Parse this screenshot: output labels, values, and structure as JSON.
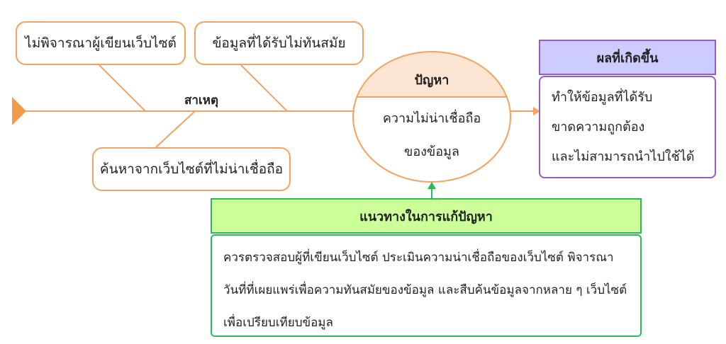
{
  "causes": {
    "label": "สาเหตุ",
    "items": [
      "ไม่พิจารณาผู้เขียนเว็บไซต์",
      "ข้อมูลที่ได้รับไม่ทันสมัย",
      "ค้นหาจากเว็บไซต์ที่ไม่น่าเชื่อถือ"
    ]
  },
  "problem": {
    "title": "ปัญหา",
    "lines": [
      "ความไม่น่าเชื่อถือ",
      "ของข้อมูล"
    ]
  },
  "effect": {
    "title": "ผลที่เกิดขึ้น",
    "lines": [
      "ทำให้ข้อมูลที่ได้รับ",
      "ขาดความถูกต้อง",
      "และไม่สามารถนำไปใช้ได้"
    ]
  },
  "solution": {
    "title": "แนวทางในการแก้ปัญหา",
    "lines": [
      "ควรตรวจสอบผู้ที่เขียนเว็บไซต์ ประเมินความน่าเชื่อถือของเว็บไซต์ พิจารณา",
      "วันที่ที่เผยแพร่เพื่อความทันสมัยของข้อมูล และสืบค้นข้อมูลจากหลาย ๆ เว็บไซต์",
      "เพื่อเปรียบเทียบข้อมูล"
    ]
  },
  "colors": {
    "orange": "#f6a25f",
    "purple": "#9b59c6",
    "purple_fill": "#ccccff",
    "green": "#2eb85c",
    "green_fill": "#ccff99",
    "peach": "#fde5d4"
  }
}
